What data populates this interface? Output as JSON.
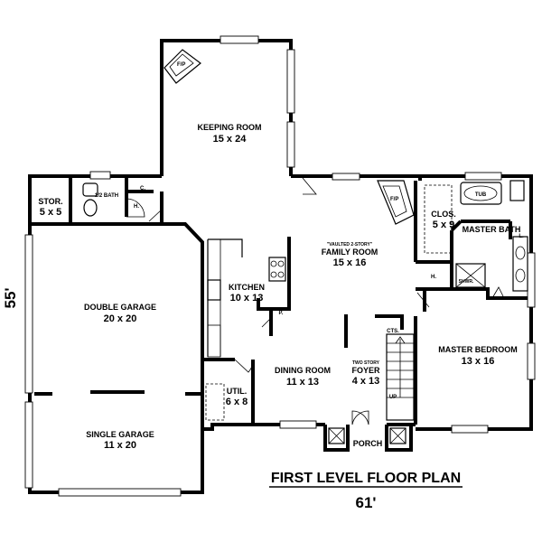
{
  "title": "FIRST LEVEL FLOOR PLAN",
  "dimensions": {
    "width": "61'",
    "depth": "55'"
  },
  "rooms": {
    "keeping_room": {
      "name": "KEEPING ROOM",
      "size": "15 x 24"
    },
    "storage": {
      "name": "STOR.",
      "size": "5 x 5"
    },
    "half_bath": {
      "name": "1/2 BATH"
    },
    "closet_c": {
      "name": "C."
    },
    "hall_h1": {
      "name": "H."
    },
    "family_room": {
      "note": "\"VAULTED 2-STORY\"",
      "name": "FAMILY ROOM",
      "size": "15 x 16"
    },
    "closet": {
      "name": "CLOS.",
      "size": "5 x 9"
    },
    "master_bath": {
      "name": "MASTER BATH"
    },
    "tub": {
      "name": "TUB"
    },
    "hall_h2": {
      "name": "H."
    },
    "shower": {
      "name": "SHWR."
    },
    "linen": {
      "name": "L."
    },
    "kitchen": {
      "name": "KITCHEN",
      "size": "10 x 13"
    },
    "pantry": {
      "name": "P."
    },
    "double_garage": {
      "name": "DOUBLE GARAGE",
      "size": "20 x 20"
    },
    "single_garage": {
      "name": "SINGLE GARAGE",
      "size": "11 x 20"
    },
    "closets_cts": {
      "name": "CTS."
    },
    "master_bedroom": {
      "name": "MASTER BEDROOM",
      "size": "13 x 16"
    },
    "dining_room": {
      "name": "DINING ROOM",
      "size": "11 x 13"
    },
    "foyer": {
      "note": "TWO STORY",
      "name": "FOYER",
      "size": "4 x 13"
    },
    "utility": {
      "name": "UTIL.",
      "size": "6 x 8"
    },
    "porch": {
      "name": "PORCH"
    }
  },
  "fixtures": {
    "fireplace_1": "F/P",
    "fireplace_2": "F/P",
    "stair_up": "UP"
  }
}
